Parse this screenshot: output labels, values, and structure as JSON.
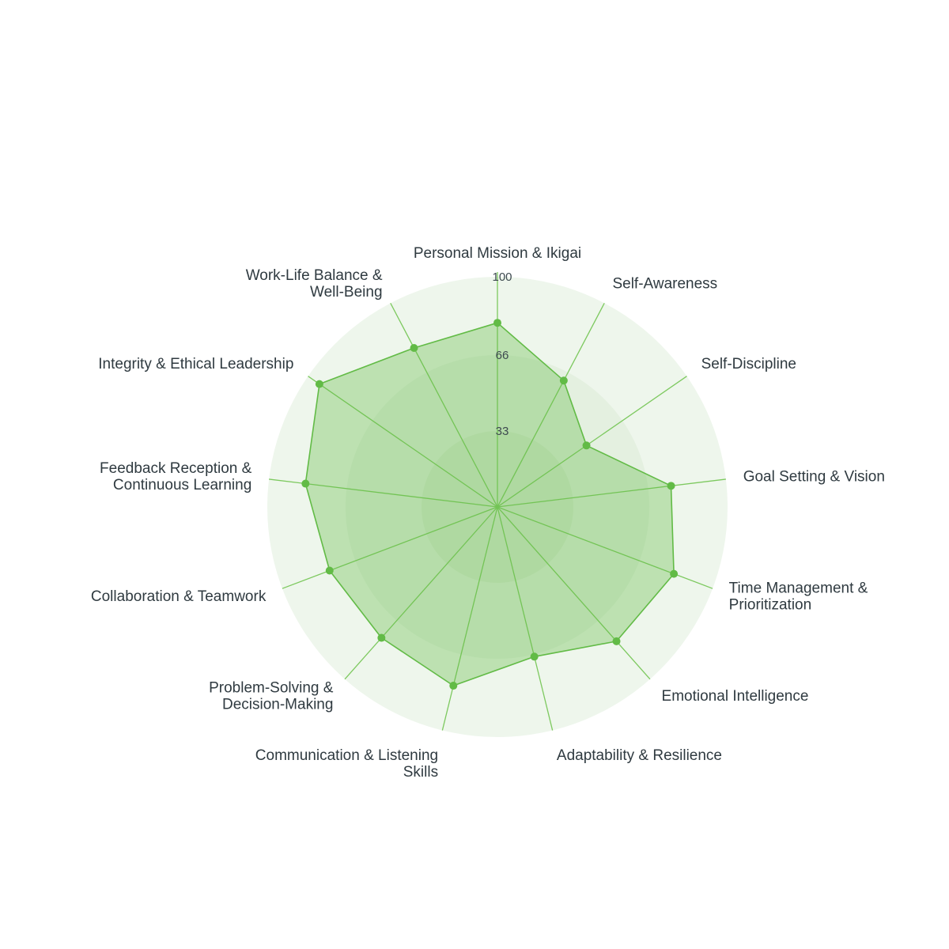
{
  "chart_data": {
    "type": "radar",
    "title": "",
    "rmax": 100,
    "tick_values": [
      33,
      66,
      100
    ],
    "tick_labels": [
      "33",
      "66",
      "100"
    ],
    "categories": [
      [
        "Personal Mission & Ikigai"
      ],
      [
        "Self-Awareness"
      ],
      [
        "Self-Discipline"
      ],
      [
        "Goal Setting & Vision"
      ],
      [
        "Time Management &",
        "Prioritization"
      ],
      [
        "Emotional Intelligence"
      ],
      [
        "Adaptability & Resilience"
      ],
      [
        "Communication & Listening",
        "Skills"
      ],
      [
        "Problem-Solving &",
        "Decision-Making"
      ],
      [
        "Collaboration & Teamwork"
      ],
      [
        "Feedback Reception &",
        "Continuous Learning"
      ],
      [
        "Integrity & Ethical Leadership"
      ],
      [
        "Work-Life Balance &",
        "Well-Being"
      ]
    ],
    "series": [
      {
        "values": [
          80,
          62,
          47,
          76,
          82,
          78,
          67,
          80,
          76,
          78,
          84,
          94,
          78
        ]
      }
    ],
    "colors": {
      "line": "#62bb46",
      "marker": "#62bb46",
      "fill": "rgba(98,187,70,0.35)",
      "spoke": "#7dc95f",
      "band_outer": "#eef6ec",
      "band_mid": "#e4f0e0",
      "band_inner": "#d9ead3"
    },
    "grid": true,
    "legend": "none"
  }
}
